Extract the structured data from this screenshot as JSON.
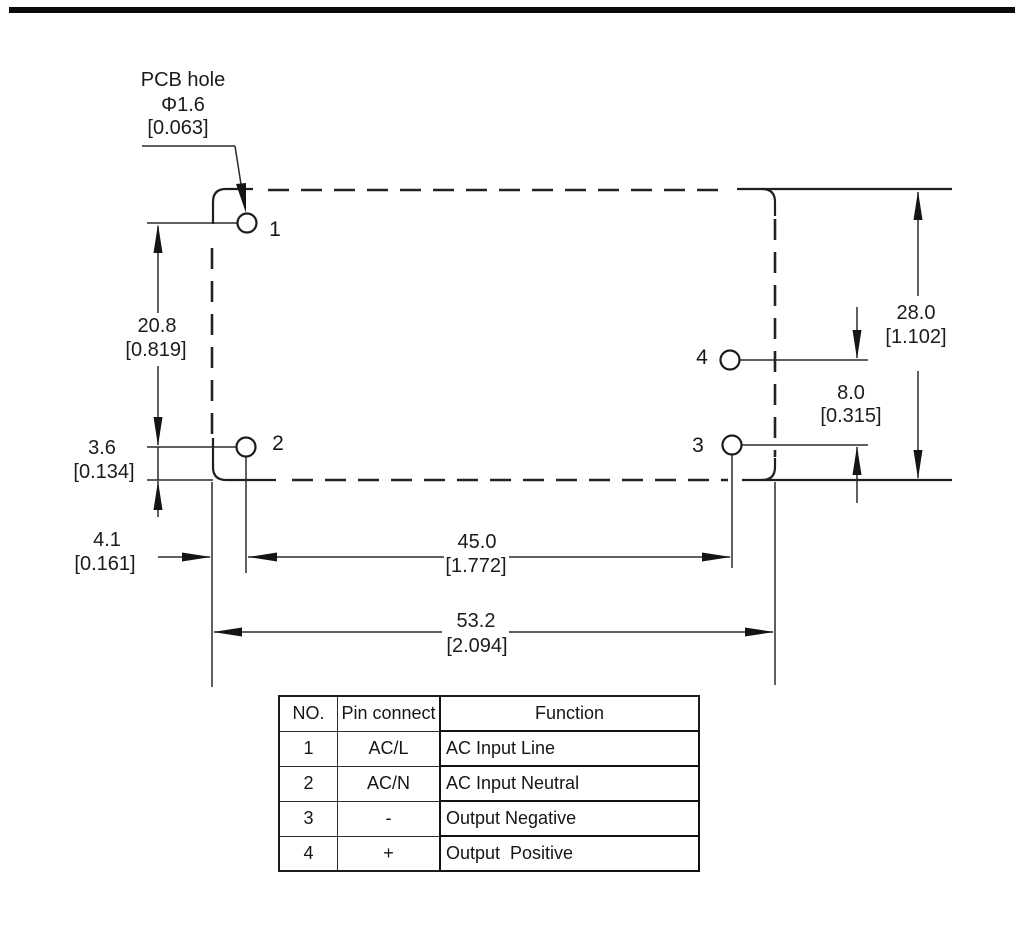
{
  "colors": {
    "line": "#222222",
    "background": "#ffffff",
    "top_bar": "#0a0a0a"
  },
  "drawing": {
    "note": {
      "line1": "PCB hole",
      "line2": "Φ1.6",
      "line3": "[0.063]"
    },
    "pin_labels": {
      "p1": "1",
      "p2": "2",
      "p3": "3",
      "p4": "4"
    },
    "dims": {
      "d20_8": {
        "mm": "20.8",
        "inch": "[0.819]"
      },
      "d3_6": {
        "mm": "3.6",
        "inch": "[0.134]"
      },
      "d4_1": {
        "mm": "4.1",
        "inch": "[0.161]"
      },
      "d45_0": {
        "mm": "45.0",
        "inch": "[1.772]"
      },
      "d53_2": {
        "mm": "53.2",
        "inch": "[2.094]"
      },
      "d28_0": {
        "mm": "28.0",
        "inch": "[1.102]"
      },
      "d8_0": {
        "mm": "8.0",
        "inch": "[0.315]"
      }
    }
  },
  "table": {
    "headers": [
      "NO.",
      "Pin connect",
      "Function"
    ],
    "rows": [
      {
        "no": "1",
        "pin": "AC/L",
        "function": "AC Input Line"
      },
      {
        "no": "2",
        "pin": "AC/N",
        "function": "AC Input Neutral"
      },
      {
        "no": "3",
        "pin": "-",
        "function": "Output Negative"
      },
      {
        "no": "4",
        "pin": "+",
        "function": "Output  Positive"
      }
    ]
  }
}
